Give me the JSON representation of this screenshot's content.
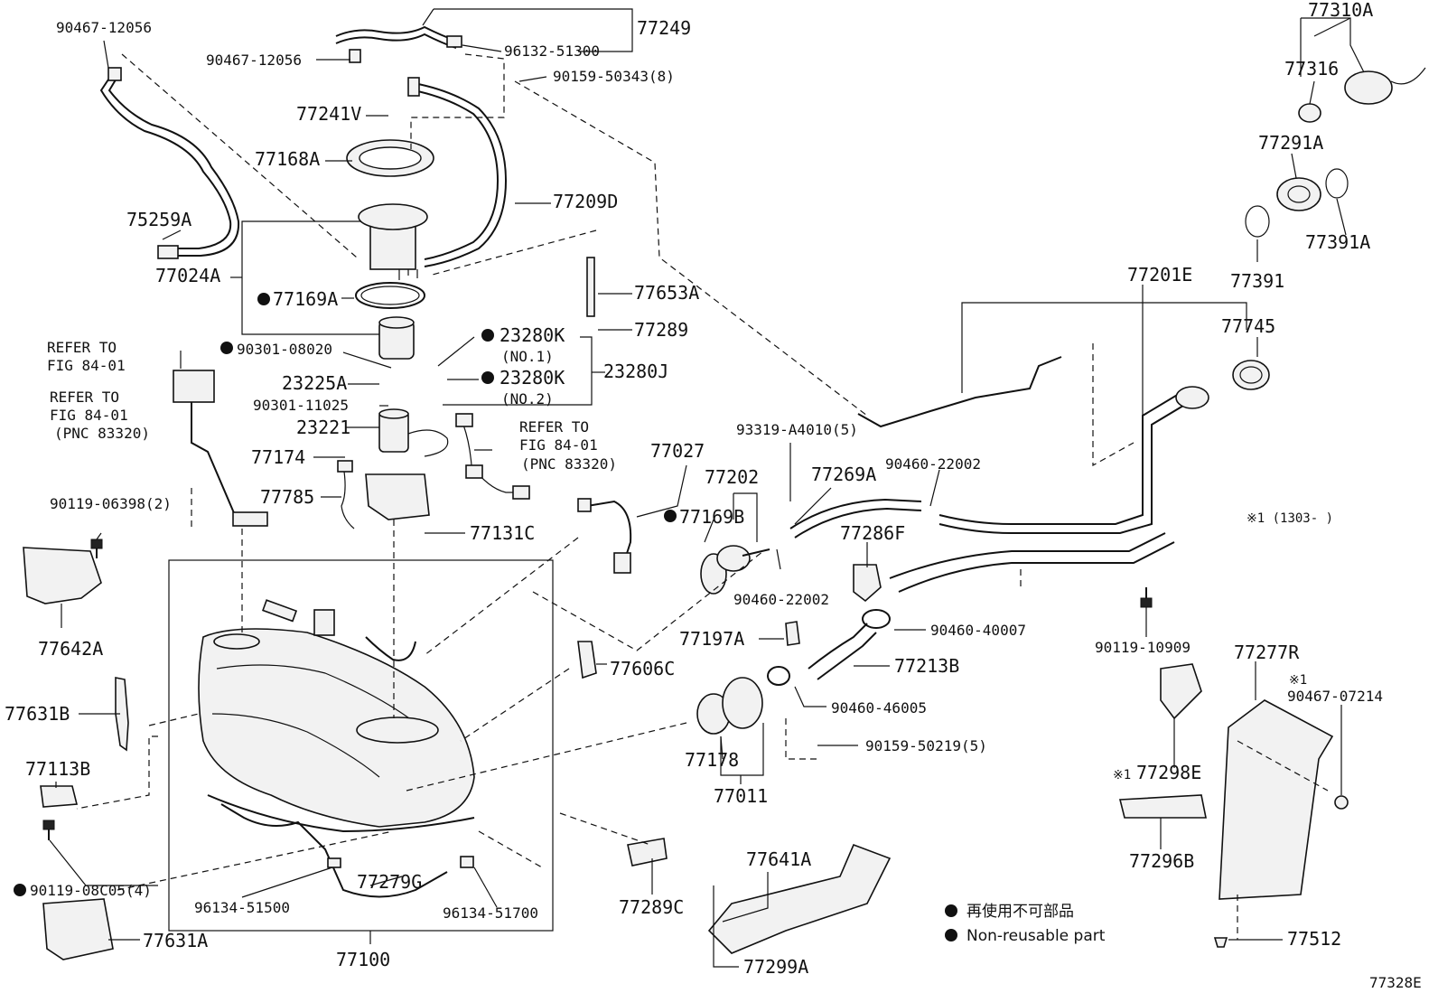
{
  "labels": {
    "p77249": "77249",
    "p90467_12056_a": "90467-12056",
    "p90467_12056_b": "90467-12056",
    "p96132_51300": "96132-51300",
    "p90159_50343": "90159-50343(8)",
    "p77241V": "77241V",
    "p77168A": "77168A",
    "p77209D": "77209D",
    "p75259A": "75259A",
    "p77024A": "77024A",
    "p77169A": "77169A",
    "p77653A": "77653A",
    "p77289": "77289",
    "p23280K_1": "23280K",
    "p23280K_1_sub": "(NO.1)",
    "p23280K_2": "23280K",
    "p23280K_2_sub": "(NO.2)",
    "p23280J": "23280J",
    "p90301_08020": "90301-08020",
    "p23225A": "23225A",
    "p90301_11025": "90301-11025",
    "p23221": "23221",
    "p77174": "77174",
    "p77785": "77785",
    "p77131C": "77131C",
    "ref1_a": "REFER TO",
    "ref1_b": "FIG 84-01",
    "ref2_a": "REFER TO",
    "ref2_b": "FIG 84-01",
    "ref2_c": "(PNC 83320)",
    "ref3_a": "REFER TO",
    "ref3_b": "FIG 84-01",
    "ref3_c": "(PNC 83320)",
    "p77027": "77027",
    "p77202": "77202",
    "p77169B": "77169B",
    "p90460_22002_a": "90460-22002",
    "p90460_22002_b": "90460-22002",
    "p93319": "93319-A4010(5)",
    "p77269A": "77269A",
    "p77286F": "77286F",
    "p90460_40007": "90460-40007",
    "p77197A": "77197A",
    "p77213B": "77213B",
    "p90460_46005": "90460-46005",
    "p90159_50219": "90159-50219(5)",
    "p77178": "77178",
    "p77011": "77011",
    "p77606C": "77606C",
    "p90119_06398": "90119-06398(2)",
    "p77642A": "77642A",
    "p77631B": "77631B",
    "p77113B": "77113B",
    "p90119_08C05": "90119-08C05(4)",
    "p77631A": "77631A",
    "p96134_51500": "96134-51500",
    "p77279G": "77279G",
    "p96134_51700": "96134-51700",
    "p77100": "77100",
    "p77289C": "77289C",
    "p77641A": "77641A",
    "p77299A": "77299A",
    "p77310A": "77310A",
    "p77316": "77316",
    "p77291A": "77291A",
    "p77391A": "77391A",
    "p77391": "77391",
    "p77201E": "77201E",
    "p77745": "77745",
    "note1": "※1 (1303-     )",
    "p90119_10909": "90119-10909",
    "p77277R": "77277R",
    "mark_a": "※1",
    "p90467_07214": "90467-07214",
    "mark_b": "※1",
    "p77298E": "77298E",
    "p77296B": "77296B",
    "p77512": "77512",
    "legend_jp": "再使用不可部品",
    "legend_en": "Non-reusable part",
    "fig_code": "77328E"
  }
}
